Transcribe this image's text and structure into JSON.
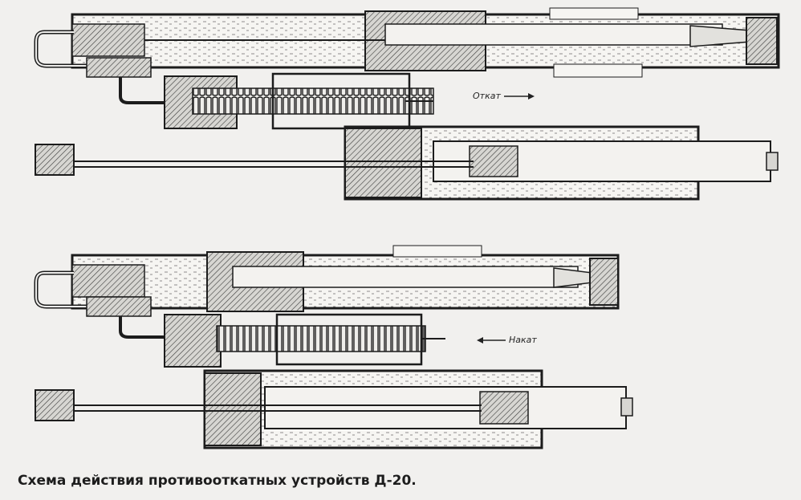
{
  "labels": {
    "recoil": "Откат",
    "return": "Накат"
  },
  "caption": "Схема действия противооткатных устройств Д-20."
}
